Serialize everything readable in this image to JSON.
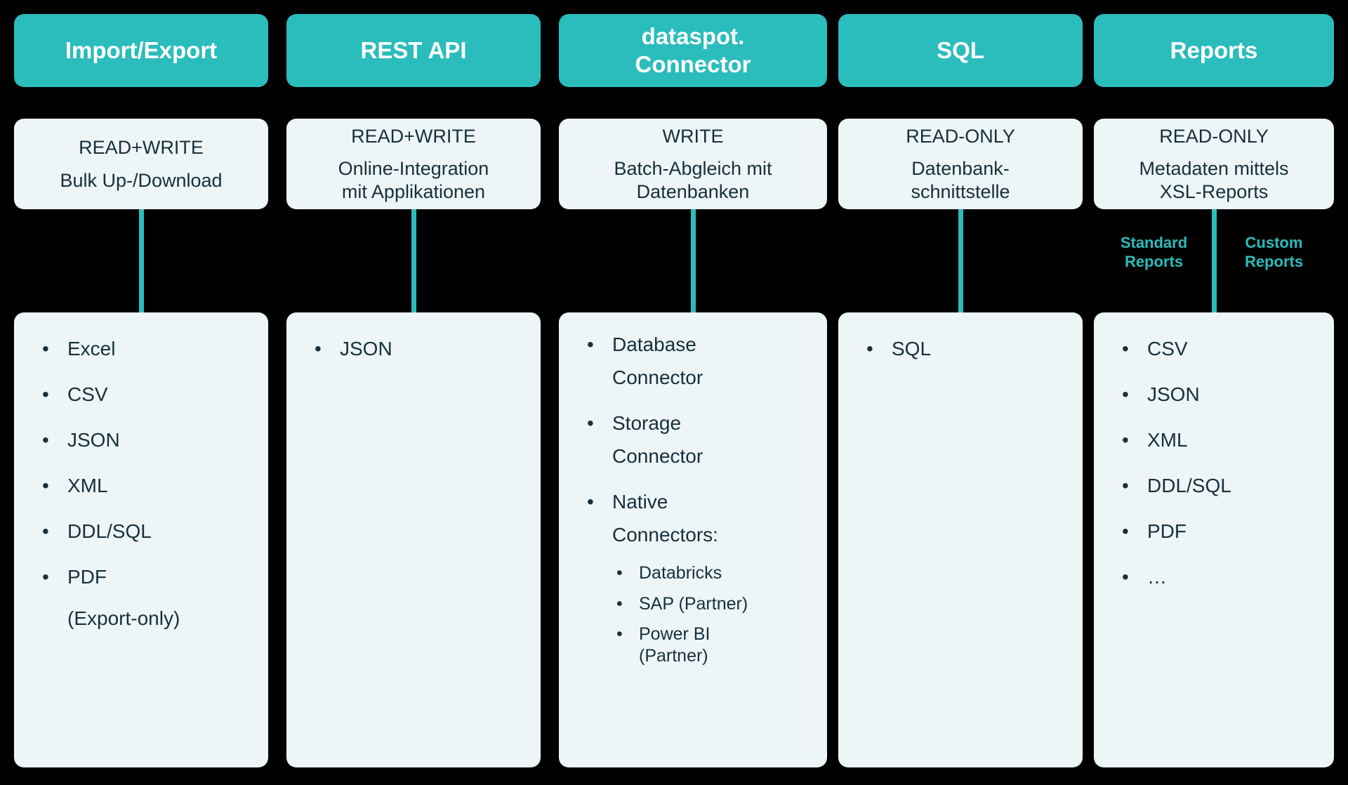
{
  "colors": {
    "background": "#000000",
    "header_teal": "#2bbcbc",
    "panel_bg": "#eef5f7",
    "text_dark": "#16303c",
    "accent_label": "#2bbcbc"
  },
  "columns": [
    {
      "key": "import-export",
      "header": "Import/Export",
      "mode": "READ+WRITE",
      "description": "Bulk Up-/Download",
      "items": [
        "Excel",
        "CSV",
        "JSON",
        "XML",
        "DDL/SQL",
        "PDF",
        "(Export-only)"
      ]
    },
    {
      "key": "rest-api",
      "header": "REST API",
      "mode": "READ+WRITE",
      "description": "Online-Integration\nmit Applikationen",
      "items": [
        "JSON"
      ]
    },
    {
      "key": "dataspot-connector",
      "header": "dataspot.\nConnector",
      "mode": "WRITE",
      "description": "Batch-Abgleich mit\nDatenbanken",
      "items": [
        "Database\nConnector",
        "Storage\nConnector",
        "Native\nConnectors:"
      ],
      "sub_items": [
        "Databricks",
        "SAP (Partner)",
        "Power BI\n(Partner)"
      ]
    },
    {
      "key": "sql",
      "header": "SQL",
      "mode": "READ-ONLY",
      "description": "Datenbank-\nschnittstelle",
      "items": [
        "SQL"
      ]
    },
    {
      "key": "reports",
      "header": "Reports",
      "mode": "READ-ONLY",
      "description": "Metadaten mittels\nXSL-Reports",
      "split_labels": [
        "Standard\nReports",
        "Custom\nReports"
      ],
      "items": [
        "CSV",
        "JSON",
        "XML",
        "DDL/SQL",
        "PDF",
        "…"
      ]
    }
  ]
}
